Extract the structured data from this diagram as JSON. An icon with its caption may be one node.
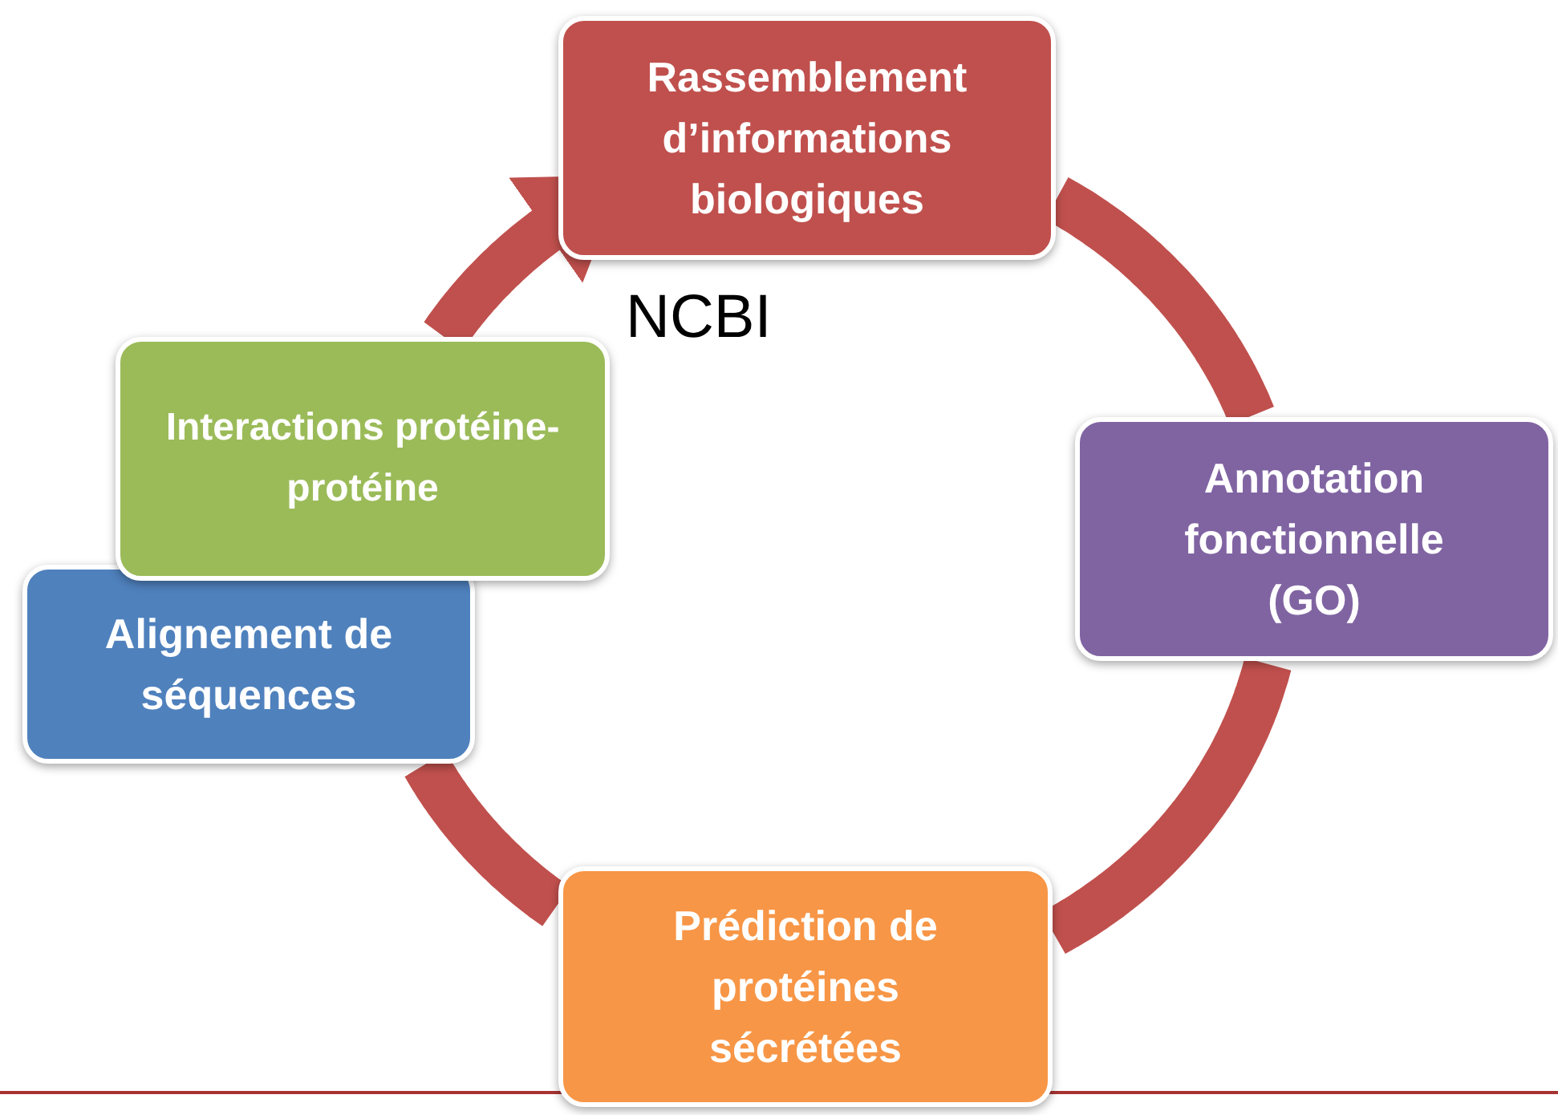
{
  "diagram": {
    "nodes": [
      {
        "text": [
          "Rassemblement d’informations biologiques"
        ],
        "beside": [
          "NCBI"
        ]
      },
      {
        "text": [
          "Annotation fonctionnelle (GO)"
        ]
      },
      {
        "text": [
          "Prédiction de protéines sécrétées"
        ]
      },
      {
        "text": [
          "Alignement de séquences"
        ]
      },
      {
        "text": [
          "Interactions protéine-protéine"
        ]
      }
    ],
    "edges": [
      {
        "from": 0,
        "to": 1,
        "arrow": "none"
      },
      {
        "from": 1,
        "to": 2,
        "arrow": "none"
      },
      {
        "from": 2,
        "to": 3,
        "arrow": "none"
      },
      {
        "from": 4,
        "to": 0,
        "arrow": "to"
      }
    ]
  }
}
